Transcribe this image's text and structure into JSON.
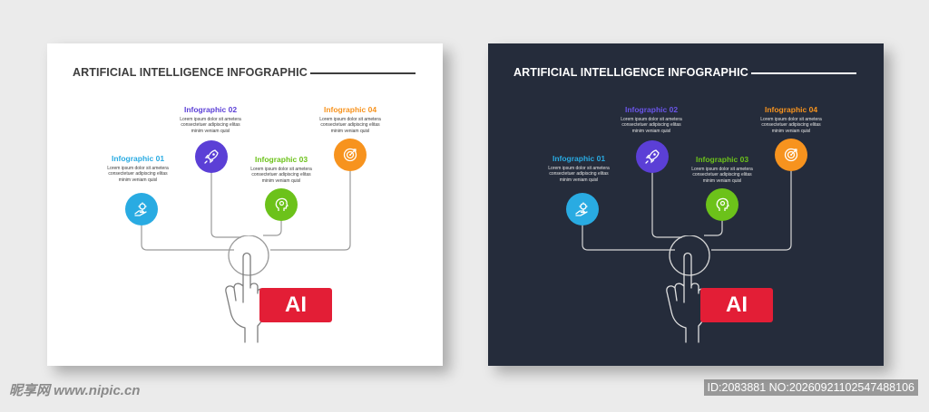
{
  "cards": [
    {
      "theme": "light",
      "title": "ARTIFICIAL INTELLIGENCE INFOGRAPHIC",
      "badge": "AI",
      "items": [
        {
          "title": "Infographic 01",
          "desc": [
            "Lorem ipsum dolor sit ametera",
            "consectetuer adipiscing elitas",
            "minim veniam quisl"
          ],
          "color": "#29abe2",
          "icon": "hand-gear-icon"
        },
        {
          "title": "Infographic 02",
          "desc": [
            "Lorem ipsum dolor sit ametera",
            "consectetuer adipiscing elitas",
            "minim veniam quisl"
          ],
          "color": "#5b3fd6",
          "icon": "rocket-icon"
        },
        {
          "title": "Infographic 03",
          "desc": [
            "Lorem ipsum dolor sit ametera",
            "consectetuer adipiscing elitas",
            "minim veniam quisl"
          ],
          "color": "#6cc21a",
          "icon": "head-gear-icon"
        },
        {
          "title": "Infographic 04",
          "desc": [
            "Lorem ipsum dolor sit ametera",
            "consectetuer adipiscing elitas",
            "minim veniam quisl"
          ],
          "color": "#f7931e",
          "icon": "target-icon"
        }
      ]
    },
    {
      "theme": "dark",
      "title": "ARTIFICIAL INTELLIGENCE INFOGRAPHIC",
      "badge": "AI",
      "items": [
        {
          "title": "Infographic 01",
          "desc": [
            "Lorem ipsum dolor sit ametera",
            "consectetuer adipiscing elitas",
            "minim veniam quisl"
          ],
          "color": "#29abe2",
          "icon": "hand-gear-icon"
        },
        {
          "title": "Infographic 02",
          "desc": [
            "Lorem ipsum dolor sit ametera",
            "consectetuer adipiscing elitas",
            "minim veniam quisl"
          ],
          "color": "#5b3fd6",
          "icon": "rocket-icon"
        },
        {
          "title": "Infographic 03",
          "desc": [
            "Lorem ipsum dolor sit ametera",
            "consectetuer adipiscing elitas",
            "minim veniam quisl"
          ],
          "color": "#6cc21a",
          "icon": "head-gear-icon"
        },
        {
          "title": "Infographic 04",
          "desc": [
            "Lorem ipsum dolor sit ametera",
            "consectetuer adipiscing elitas",
            "minim veniam quisl"
          ],
          "color": "#f7931e",
          "icon": "target-icon"
        }
      ]
    }
  ],
  "watermark": {
    "left": "昵享网 www.nipic.cn",
    "right": "ID:2083881 NO:20260921102547488106"
  },
  "colors": {
    "badge": "#e31e36",
    "dark_bg": "#252c3b",
    "page_bg": "#ebebeb"
  }
}
